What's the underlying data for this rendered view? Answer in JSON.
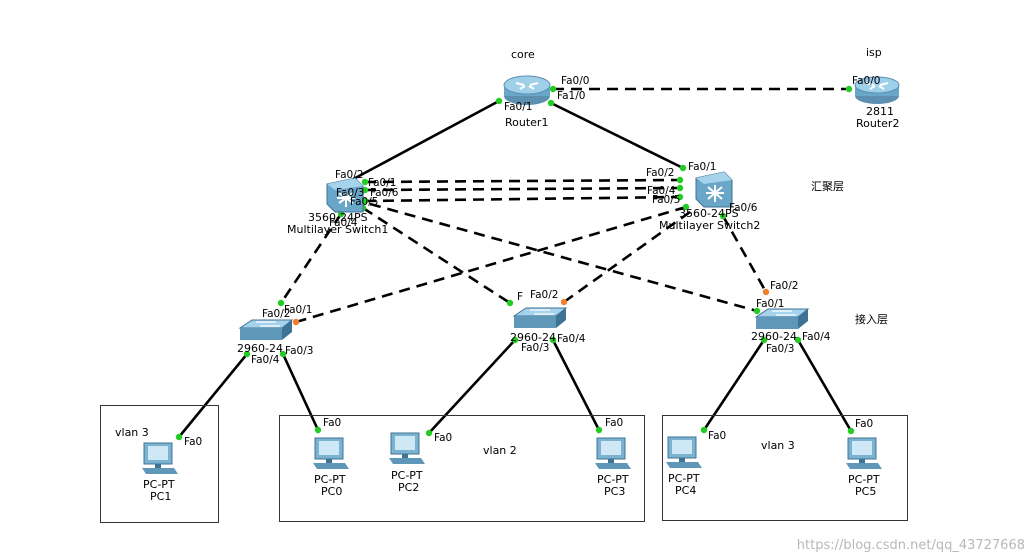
{
  "zones": {
    "core": "core",
    "isp": "isp",
    "distribution": "汇聚层",
    "access": "接入层"
  },
  "devices": {
    "router1": {
      "model": "",
      "name": "Router1"
    },
    "router2": {
      "model": "2811",
      "name": "Router2"
    },
    "mls1": {
      "model": "3560-24PS",
      "name": "Multilayer Switch1"
    },
    "mls2": {
      "model": "3560-24PS",
      "name": "Multilayer Switch2"
    },
    "sw1": {
      "model": "2960-24",
      "name": ""
    },
    "sw2": {
      "model": "2960-24",
      "name": ""
    },
    "sw3": {
      "model": "2960-24",
      "name": ""
    },
    "pc1": {
      "model": "PC-PT",
      "name": "PC1"
    },
    "pc0": {
      "model": "PC-PT",
      "name": "PC0"
    },
    "pc2": {
      "model": "PC-PT",
      "name": "PC2"
    },
    "pc3": {
      "model": "PC-PT",
      "name": "PC3"
    },
    "pc4": {
      "model": "PC-PT",
      "name": "PC4"
    },
    "pc5": {
      "model": "PC-PT",
      "name": "PC5"
    }
  },
  "vlans": {
    "box1": "vlan 3",
    "box2": "vlan 2",
    "box3": "vlan 3"
  },
  "ports": {
    "r1_fa00": "Fa0/0",
    "r1_fa10": "Fa1/0",
    "r1_fa01": "Fa0/1",
    "r2_fa00": "Fa0/0",
    "m1_fa02": "Fa0/2",
    "m1_fa01": "Fa0/1",
    "m1_fa03": "Fa0/3",
    "m1_fa06": "Fa0/6",
    "m1_fa05": "Fa0/5",
    "m1_fa04": "Fa0/4",
    "m2_fa01": "Fa0/1",
    "m2_fa02": "Fa0/2",
    "m2_fa04": "Fa0/4",
    "m2_fa05": "Fa0/5",
    "m2_fa06": "Fa0/6",
    "s1_fa02": "Fa0/2",
    "s1_fa01": "Fa0/1",
    "s1_fa03": "Fa0/3",
    "s1_fa04": "Fa0/4",
    "s2_fa01": "F",
    "s2_fa02": "Fa0/2",
    "s2_fa03": "Fa0/3",
    "s2_fa04": "Fa0/4",
    "s3_fa02": "Fa0/2",
    "s3_fa01": "Fa0/1",
    "s3_fa03": "Fa0/3",
    "s3_fa04": "Fa0/4",
    "pc_fa0": "Fa0"
  },
  "colors": {
    "link": "#000000",
    "port_up": "#22cc22",
    "port_blocking": "#f08030",
    "device_blue": "#6aa6c8"
  },
  "watermark": "https://blog.csdn.net/qq_43727668"
}
